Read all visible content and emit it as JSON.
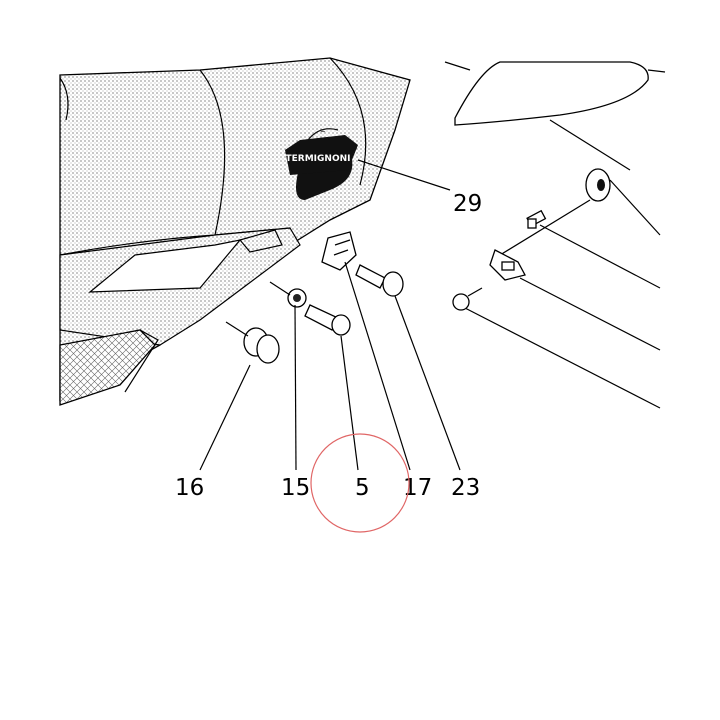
{
  "logo": {
    "text": "TERMIGNONI",
    "mark": "termignoni-logo"
  },
  "callouts": [
    {
      "id": "c29",
      "text": "29"
    },
    {
      "id": "c16",
      "text": "16"
    },
    {
      "id": "c15",
      "text": "15"
    },
    {
      "id": "c5",
      "text": "5"
    },
    {
      "id": "c17",
      "text": "17"
    },
    {
      "id": "c23",
      "text": "23"
    }
  ],
  "highlight": {
    "target": "5",
    "color": "#e06666"
  }
}
